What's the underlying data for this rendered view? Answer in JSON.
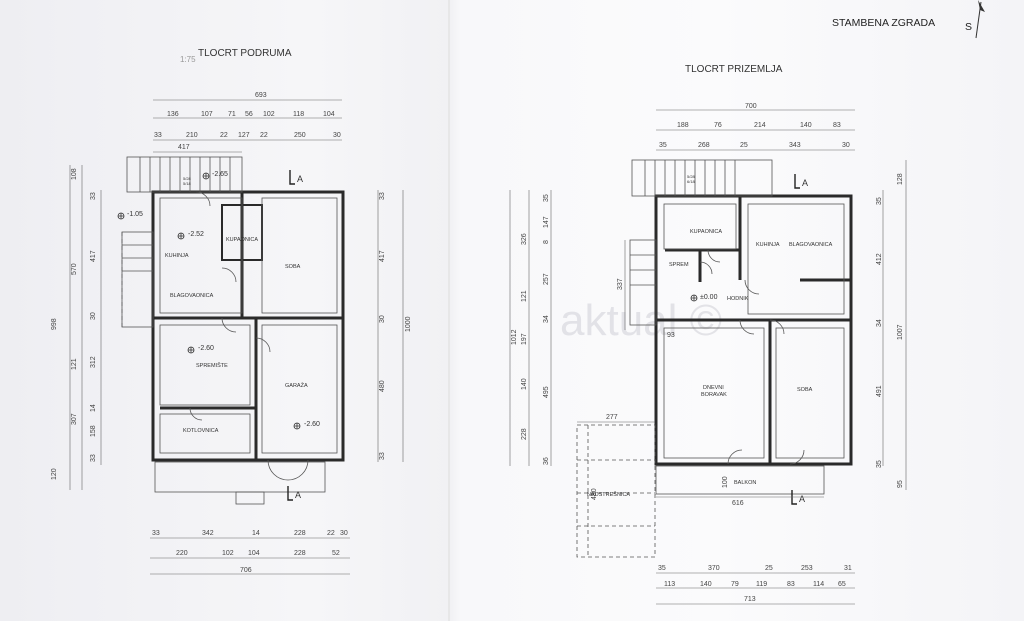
{
  "header": {
    "title": "STAMBENA ZGRADA",
    "north_label": "S"
  },
  "watermark": "aktual ©",
  "stamp_mark": "1:75",
  "basement": {
    "title": "TLOCRT PODRUMA",
    "section_marker": "A",
    "rooms": [
      {
        "label": "KUHINJA"
      },
      {
        "label": "KUPAONICA"
      },
      {
        "label": "SOBA"
      },
      {
        "label": "BLAGOVAONICA"
      },
      {
        "label": "SPREMIŠTE"
      },
      {
        "label": "GARAŽA"
      },
      {
        "label": "KOTLOVNICA"
      }
    ],
    "levels": [
      "-2.65",
      "-1.05",
      "-2.52",
      "-2.60",
      "-2.60"
    ],
    "stair_note": [
      "5/28",
      "5/18"
    ],
    "dims_top_total": "693",
    "dims_top_row2": [
      "136",
      "107",
      "71",
      "56",
      "102",
      "118",
      "104"
    ],
    "dims_top_row3": [
      "33",
      "210",
      "22",
      "127",
      "22",
      "250",
      "30"
    ],
    "dims_top_row4": "417",
    "dims_left_total": "998",
    "dims_left_outer": [
      "108",
      "570",
      "120"
    ],
    "dims_left_inner": [
      "417",
      "121",
      "307"
    ],
    "dims_left_small": [
      "33",
      "30",
      "312",
      "14",
      "158",
      "33"
    ],
    "dims_right_total": "1000",
    "dims_right": [
      "33",
      "417",
      "30",
      "480",
      "33"
    ],
    "dims_bottom_row1": [
      "33",
      "342",
      "14",
      "228",
      "22",
      "30"
    ],
    "dims_bottom_row2": [
      "220",
      "102",
      "104",
      "228",
      "52"
    ],
    "dims_bottom_total": "706"
  },
  "ground": {
    "title": "TLOCRT PRIZEMLJA",
    "section_marker": "A",
    "rooms": [
      {
        "label": "KUPAONICA"
      },
      {
        "label": "KUHINJA"
      },
      {
        "label": "BLAGOVAONICA"
      },
      {
        "label": "SPREM"
      },
      {
        "label": "HODNIK"
      },
      {
        "label": "DNEVNI"
      },
      {
        "label": "BORAVAK"
      },
      {
        "label": "SOBA"
      },
      {
        "label": "BALKON"
      },
      {
        "label": "NADSTREŠNICA"
      }
    ],
    "levels": [
      "±0.00"
    ],
    "stair_note": [
      "5/28",
      "6/18"
    ],
    "dims_top_total": "700",
    "dims_top_row2": [
      "188",
      "76",
      "214",
      "140",
      "83"
    ],
    "dims_top_row3": [
      "35",
      "268",
      "25",
      "343",
      "30"
    ],
    "dims_left_total": "1012",
    "dims_left_outer": [
      "326",
      "121",
      "228"
    ],
    "dims_left_inner": [
      "337",
      "197",
      "140",
      "36"
    ],
    "dims_left_small": [
      "35",
      "147",
      "8",
      "257",
      "34",
      "495"
    ],
    "dims_right_total": "1007",
    "dims_right_outer": [
      "128",
      "95"
    ],
    "dims_right": [
      "35",
      "412",
      "34",
      "491",
      "35"
    ],
    "dim_93": "93",
    "dim_277": "277",
    "dim_480": "480",
    "dim_100": "100",
    "dim_616": "616",
    "dims_bottom_row1": [
      "35",
      "370",
      "25",
      "253",
      "31"
    ],
    "dims_bottom_row2": [
      "113",
      "140",
      "79",
      "119",
      "83",
      "114",
      "65"
    ],
    "dims_bottom_total": "713"
  },
  "colors": {
    "ink": "#2a2a2a",
    "paper": "#f6f6f8"
  }
}
